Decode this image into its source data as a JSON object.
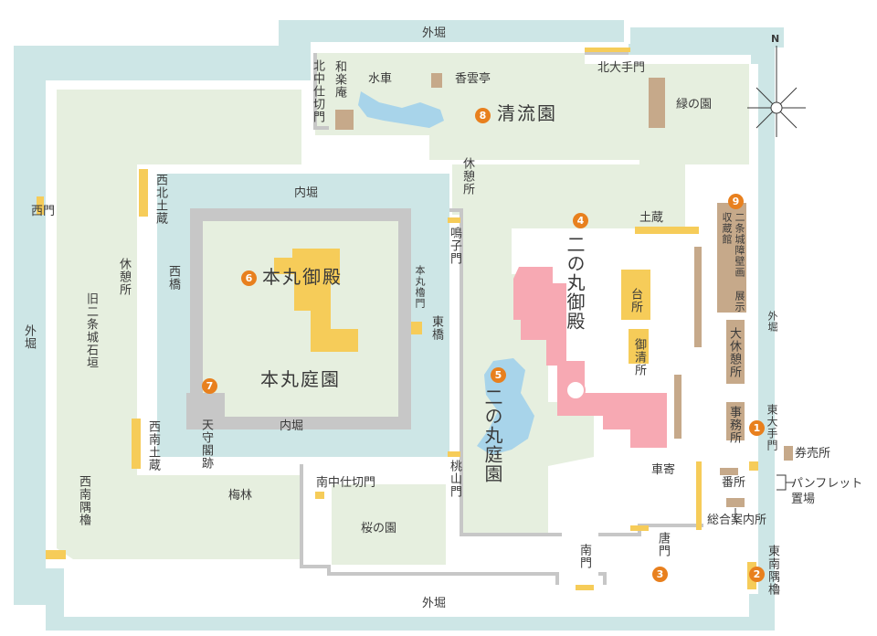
{
  "colors": {
    "moat": "#cde6e6",
    "garden": "#e6efdf",
    "palace": "#f7a9b3",
    "gold": "#f6cc59",
    "wall": "#c7c7c7",
    "building": "#c6a98a",
    "numbered": "#e8801e"
  },
  "outer_moat": {
    "top": "外堀",
    "bottom": "外堀",
    "left": "外堀",
    "right": "外堀"
  },
  "inner_moat": {
    "top": "内堀",
    "bottom": "内堀"
  },
  "gates": {
    "north_ote": "北大手門",
    "east_ote": "東大手門",
    "nishi": "西門",
    "kitanaka": "北中仕切門",
    "minaminaka": "南中仕切門",
    "naruko": "鳴子門",
    "momoyama": "桃山門",
    "minami": "南門",
    "kara": "唐門",
    "honmaru_yagura": "本丸櫓門"
  },
  "bridges": {
    "west": "西橋",
    "east": "東橋"
  },
  "places": {
    "suisha": "水車",
    "warakuan": "和楽庵",
    "kouuntei": "香雲亭",
    "seiryuen": "清流園",
    "midori": "緑の園",
    "kyukeisho_n": "休憩所",
    "kyukeisho_w": "休憩所",
    "ninomaru_goten": "二の丸御殿",
    "honmaru_goten": "本丸御殿",
    "honmaru_teien": "本丸庭園",
    "ninomaru_teien": "二の丸庭園",
    "dozo": "土蔵",
    "daidokoro": "台所",
    "oseisho": "御清所",
    "seihoku_dozo": "西北土蔵",
    "seinan_dozo": "西南土蔵",
    "ishigaki": "旧二条城石垣",
    "tenshu": "天守閣跡",
    "bairin": "梅林",
    "sakura": "桜の園",
    "kurumayose": "車寄",
    "shuzokan": "二条城障壁画 展示収蔵館",
    "daikyukeisho": "大休憩所",
    "jimusho": "事務所",
    "bansho": "番所",
    "kenbaisho": "券売所",
    "pamphlet": "パンフレット置場",
    "annaisho": "総合案内所",
    "seinan_sumi": "西南隅櫓",
    "tonan_sumi": "東南隅櫓"
  },
  "numbers": [
    "1",
    "2",
    "3",
    "4",
    "5",
    "6",
    "7",
    "8",
    "9"
  ],
  "compass": {
    "north": "N"
  }
}
